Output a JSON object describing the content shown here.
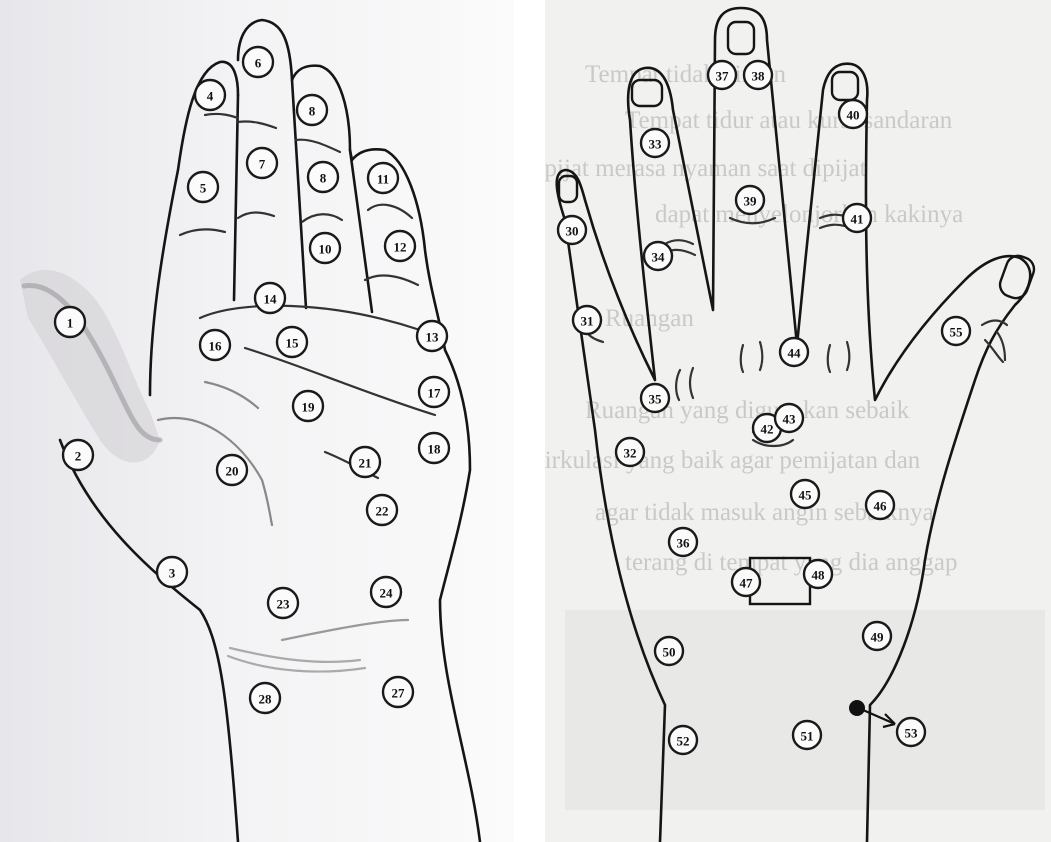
{
  "left_panel": {
    "points": [
      {
        "id": "1",
        "label": "1"
      },
      {
        "id": "2",
        "label": "2"
      },
      {
        "id": "3",
        "label": "3"
      },
      {
        "id": "4",
        "label": "4"
      },
      {
        "id": "5",
        "label": "5"
      },
      {
        "id": "6",
        "label": "6"
      },
      {
        "id": "7",
        "label": "7"
      },
      {
        "id": "8a",
        "label": "8"
      },
      {
        "id": "8b",
        "label": "8"
      },
      {
        "id": "10",
        "label": "10"
      },
      {
        "id": "11",
        "label": "11"
      },
      {
        "id": "12",
        "label": "12"
      },
      {
        "id": "13",
        "label": "13"
      },
      {
        "id": "14",
        "label": "14"
      },
      {
        "id": "15",
        "label": "15"
      },
      {
        "id": "16",
        "label": "16"
      },
      {
        "id": "17",
        "label": "17"
      },
      {
        "id": "18",
        "label": "18"
      },
      {
        "id": "19",
        "label": "19"
      },
      {
        "id": "20",
        "label": "20"
      },
      {
        "id": "21",
        "label": "21"
      },
      {
        "id": "22",
        "label": "22"
      },
      {
        "id": "23",
        "label": "23"
      },
      {
        "id": "24",
        "label": "24"
      },
      {
        "id": "27",
        "label": "27"
      },
      {
        "id": "28",
        "label": "28"
      }
    ]
  },
  "right_panel": {
    "background_text": [
      "Tempat tidak dingin",
      "Tempat tidur atau kursi sandaran",
      "dipijat merasa nyaman saat dipijat",
      "dapat menyelonjorkan kakinya",
      "Ruangan",
      "Ruangan yang digunakan sebaik",
      "sirkulasi yang baik agar pemijatan dan",
      "agar tidak masuk angin sebaiknya",
      "terang di tempat yang dia anggap"
    ],
    "points": [
      {
        "id": "30",
        "label": "30"
      },
      {
        "id": "31",
        "label": "31"
      },
      {
        "id": "32",
        "label": "32"
      },
      {
        "id": "33",
        "label": "33"
      },
      {
        "id": "34",
        "label": "34"
      },
      {
        "id": "35",
        "label": "35"
      },
      {
        "id": "36",
        "label": "36"
      },
      {
        "id": "37",
        "label": "37"
      },
      {
        "id": "38",
        "label": "38"
      },
      {
        "id": "39",
        "label": "39"
      },
      {
        "id": "40",
        "label": "40"
      },
      {
        "id": "41",
        "label": "41"
      },
      {
        "id": "42",
        "label": "42"
      },
      {
        "id": "43",
        "label": "43"
      },
      {
        "id": "44",
        "label": "44"
      },
      {
        "id": "45",
        "label": "45"
      },
      {
        "id": "46",
        "label": "46"
      },
      {
        "id": "47",
        "label": "47"
      },
      {
        "id": "48",
        "label": "48"
      },
      {
        "id": "49",
        "label": "49"
      },
      {
        "id": "50",
        "label": "50"
      },
      {
        "id": "51",
        "label": "51"
      },
      {
        "id": "52",
        "label": "52"
      },
      {
        "id": "53",
        "label": "53"
      },
      {
        "id": "55",
        "label": "55"
      }
    ]
  },
  "colors": {
    "ink": "#151515",
    "paper_left": "#f3f2f4",
    "paper_right": "#f1f1ef",
    "faded_text": "#c9c9c6"
  }
}
